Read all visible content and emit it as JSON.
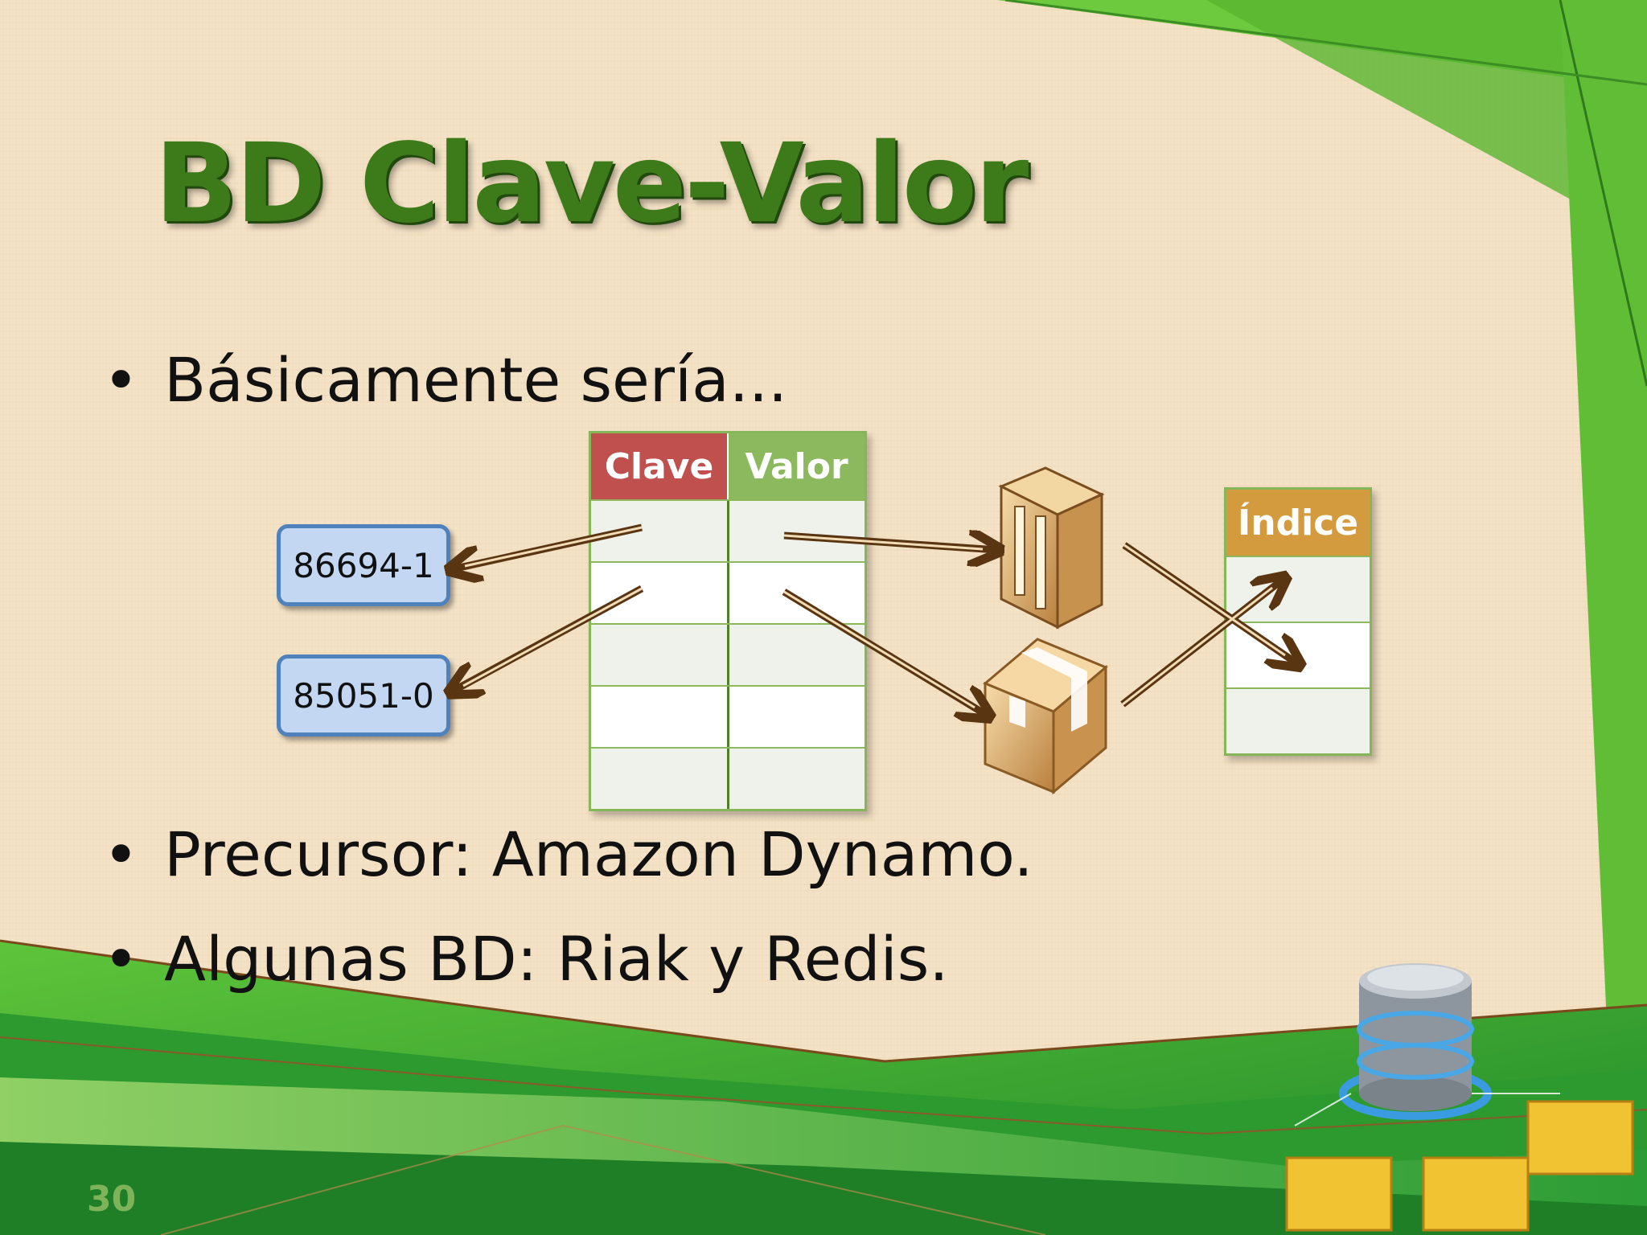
{
  "slide": {
    "title": "BD Clave-Valor",
    "page_number": "30",
    "bullets": [
      "Básicamente sería...",
      "Precursor: Amazon Dynamo.",
      "Algunas BD: Riak y Redis."
    ],
    "bullet_symbol": "•"
  },
  "diagram": {
    "table_headers": {
      "clave": "Clave",
      "valor": "Valor"
    },
    "index_header": "Índice",
    "keys": [
      "86694-1",
      "85051-0"
    ]
  },
  "colors": {
    "title_green": "#3d7a1a",
    "clave_header": "#c0504d",
    "valor_header": "#8cb85e",
    "index_header": "#d49b3e",
    "key_box_fill": "#c4d7f2",
    "key_box_border": "#4f81bd",
    "arrow": "#5a3512"
  }
}
